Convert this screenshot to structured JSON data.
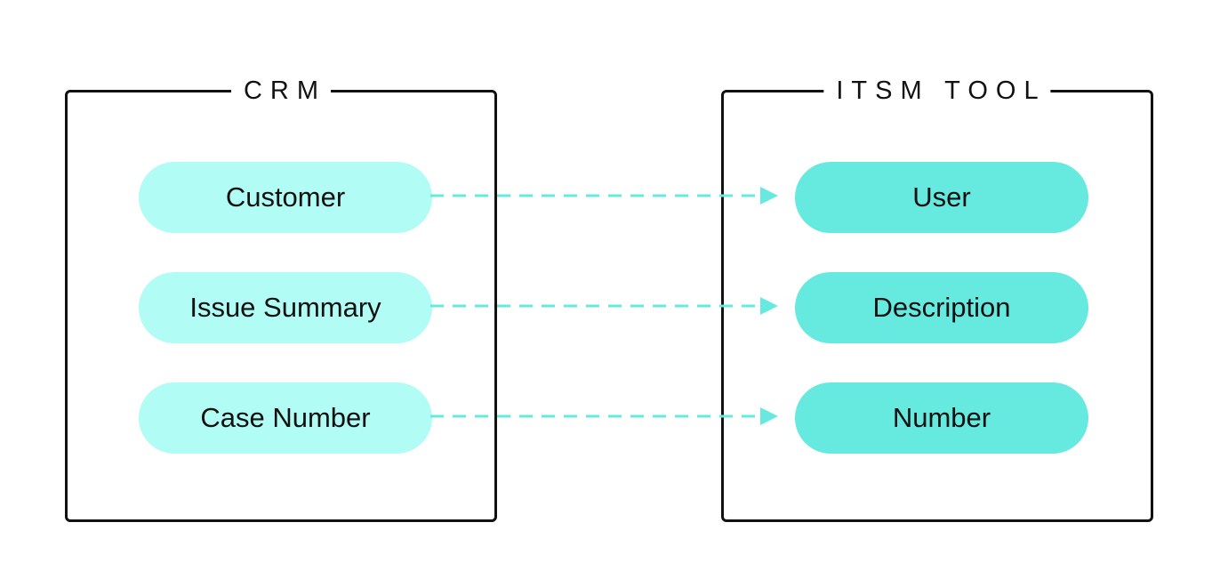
{
  "crm": {
    "title": "CRM",
    "fields": [
      "Customer",
      "Issue Summary",
      "Case Number"
    ]
  },
  "itsm": {
    "title": "ITSM TOOL",
    "fields": [
      "User",
      "Description",
      "Number"
    ]
  },
  "colors": {
    "border": "#111111",
    "source_fill": "#b1fcf4",
    "target_fill": "#66e9de",
    "connector": "#66e9de"
  }
}
